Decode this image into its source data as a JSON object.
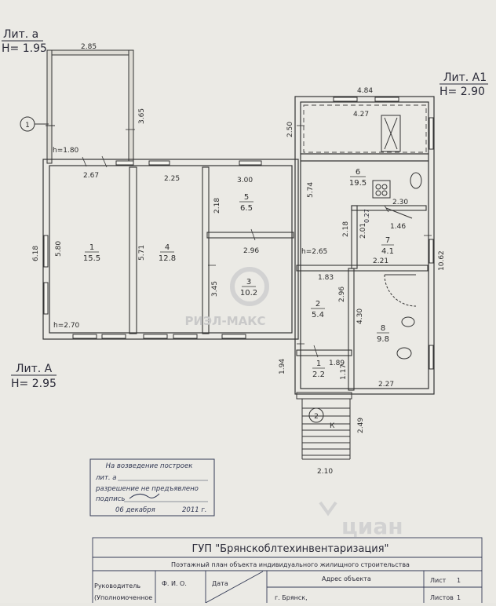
{
  "labels": {
    "lit_a_small": "Лит. а",
    "lit_a_small_h": "H= 1.95",
    "lit_a1": "Лит. А1",
    "lit_a1_h": "H= 2.90",
    "lit_a": "Лит. А",
    "lit_a_h": "H= 2.95",
    "entrance_1": "1",
    "entrance_2": "2",
    "k_mark": "К"
  },
  "dimensions": {
    "d_285": "2.85",
    "d_365": "3.65",
    "d_h180": "h=1.80",
    "d_267": "2.67",
    "d_225": "2.25",
    "d_300": "3.00",
    "d_484": "4.84",
    "d_427": "4.27",
    "d_250": "2.50",
    "d_574": "5.74",
    "d_230": "2.30",
    "d_218a": "2.18",
    "d_218b": "2.18",
    "d_201": "2.01",
    "d_027": "0.27",
    "d_146": "1.46",
    "d_221": "2.21",
    "d_618": "6.18",
    "d_580": "5.80",
    "d_571": "5.71",
    "d_296a": "2.96",
    "d_296b": "2.96",
    "d_h265": "h=2.65",
    "d_183": "1.83",
    "d_1062": "10.62",
    "d_345": "3.45",
    "d_430": "4.30",
    "d_h270": "h=2.70",
    "d_194": "1.94",
    "d_189": "1.89",
    "d_117": "1.17",
    "d_227": "2.27",
    "d_249": "2.49",
    "d_210": "2.10"
  },
  "rooms": [
    {
      "num": "1",
      "area": "15.5"
    },
    {
      "num": "4",
      "area": "12.8"
    },
    {
      "num": "5",
      "area": "6.5"
    },
    {
      "num": "3",
      "area": "10.2"
    },
    {
      "num": "6",
      "area": "19.5"
    },
    {
      "num": "7",
      "area": "4.1"
    },
    {
      "num": "2",
      "area": "5.4"
    },
    {
      "num": "8",
      "area": "9.8"
    },
    {
      "num": "1",
      "area": "2.2"
    }
  ],
  "stamp": {
    "line1": "На возведение построек",
    "line2": "лит. а",
    "line3": "разрешение не предъявлено",
    "line4": "подпись",
    "line5": "06 декабря",
    "line6": "2011 г."
  },
  "title_block": {
    "org": "ГУП \"Брянскоблтехинвентаризация\"",
    "subtitle": "Поэтажный план объекта индивидуального жилищного строительства",
    "col_head": "Руководитель",
    "col_head2": "(Уполномоченное",
    "col_fio": "Ф. И. О.",
    "col_date": "Дата",
    "col_address": "Адрес объекта",
    "city": "г. Брянск,",
    "sheet": "Лист",
    "sheet_num": "1",
    "sheets": "Листов",
    "sheets_num": "1"
  },
  "watermarks": {
    "rieltor": "РИЭЛ-МАКС",
    "cian": "циан"
  }
}
